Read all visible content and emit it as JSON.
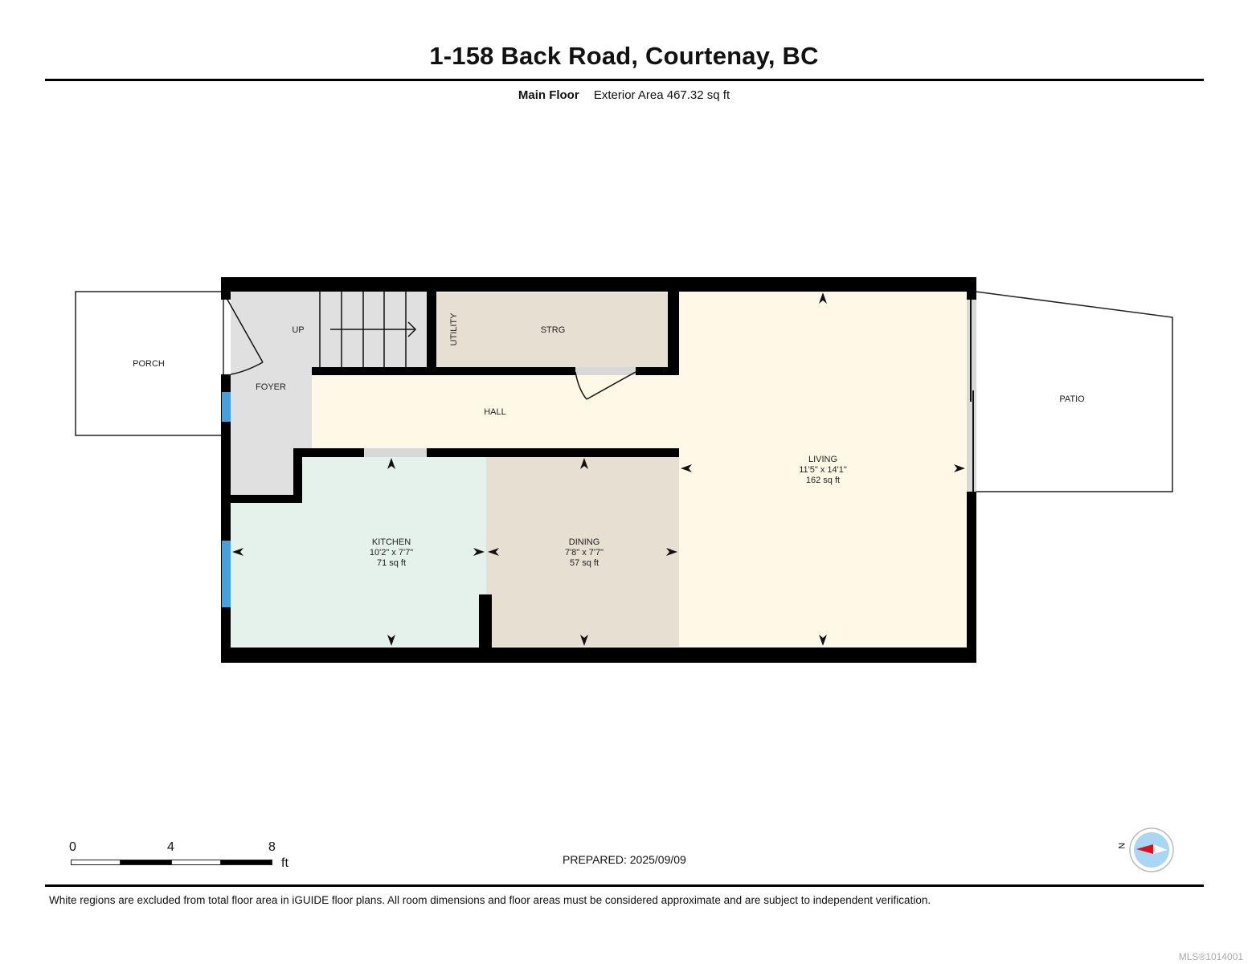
{
  "header": {
    "title": "1-158 Back Road, Courtenay, BC",
    "floor_name": "Main Floor",
    "exterior_area": "Exterior Area 467.32 sq ft"
  },
  "rooms": {
    "porch": {
      "name": "PORCH",
      "fill": "#ffffff"
    },
    "foyer": {
      "name": "FOYER",
      "fill": "#e0e0e0"
    },
    "stairs": {
      "label": "UP",
      "fill": "#e0e0e0"
    },
    "utility": {
      "name": "UTILITY",
      "fill": "#e6dfd2"
    },
    "storage": {
      "name": "STRG",
      "fill": "#e6dfd2"
    },
    "hall": {
      "name": "HALL",
      "fill": "#fef9e6"
    },
    "living": {
      "name": "LIVING",
      "dims": "11'5\" x 14'1\"",
      "area": "162 sq ft",
      "fill": "#fef9e6"
    },
    "kitchen": {
      "name": "KITCHEN",
      "dims": "10'2\" x 7'7\"",
      "area": "71 sq ft",
      "fill": "#e5f2ec"
    },
    "dining": {
      "name": "DINING",
      "dims": "7'8\" x 7'7\"",
      "area": "57 sq ft",
      "fill": "#e6dfd2"
    },
    "patio": {
      "name": "PATIO",
      "fill": "#ffffff"
    }
  },
  "colors": {
    "wall": "#000000",
    "window": "#4a9ed9",
    "door_opening": "#d8d8d8"
  },
  "scale_bar": {
    "ticks": [
      "0",
      "4",
      "8"
    ],
    "unit": "ft"
  },
  "compass": {
    "label": "N"
  },
  "footer": {
    "prepared": "PREPARED: 2025/09/09",
    "disclaimer": "White regions are excluded from total floor area in iGUIDE floor plans. All room dimensions and floor areas must be considered approximate and are subject to independent verification.",
    "mls": "MLS®1014001"
  }
}
